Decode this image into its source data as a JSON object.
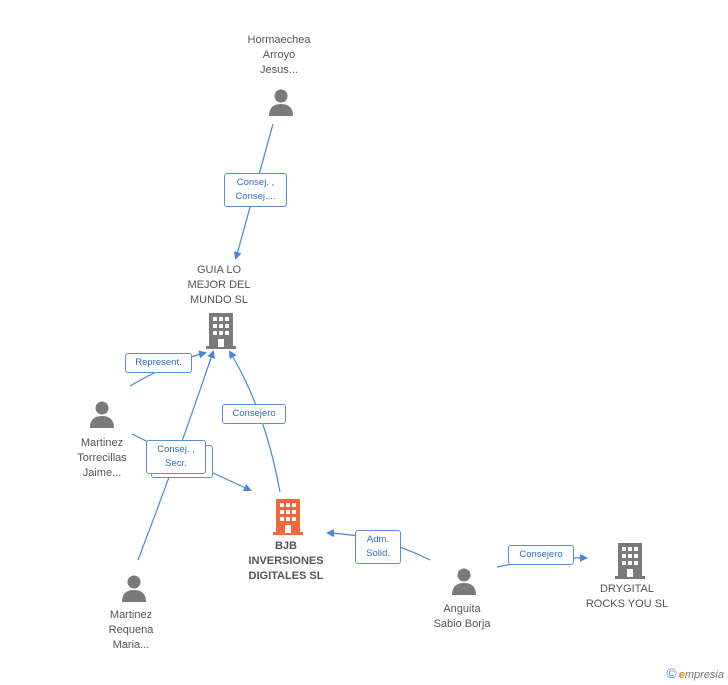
{
  "nodes": {
    "hormaechea": {
      "label": "Hormaechea\nArroyo\nJesus...",
      "kind": "person"
    },
    "guia": {
      "label": "GUIA LO\nMEJOR DEL\nMUNDO SL",
      "kind": "company"
    },
    "torrecillas": {
      "label": "Martinez\nTorrecillas\nJaime...",
      "kind": "person"
    },
    "bjb": {
      "label": "BJB\nINVERSIONES\nDIGITALES SL",
      "kind": "company-main"
    },
    "requena": {
      "label": "Martinez\nRequena\nMaria...",
      "kind": "person"
    },
    "anguita": {
      "label": "Anguita\nSabio Borja",
      "kind": "person"
    },
    "drygital": {
      "label": "DRYGITAL\nROCKS YOU SL",
      "kind": "company"
    }
  },
  "edges": {
    "hormaechea_guia": "Consej. ,\nConsej....",
    "torrecillas_guia": "Represent.",
    "bjb_guia": "Consejero",
    "torrecillas_bjb": "Consej. ,\nSecr.",
    "anguita_bjb": "Adm.\nSolid.",
    "anguita_drygital": "Consejero"
  },
  "footer": {
    "copyright": "©",
    "brand_e": "e",
    "brand_rest": "mpresia"
  },
  "colors": {
    "edge": "#4a86d4",
    "person": "#7a7a7a",
    "company": "#7a7a7a",
    "main_company": "#f26a3c"
  }
}
